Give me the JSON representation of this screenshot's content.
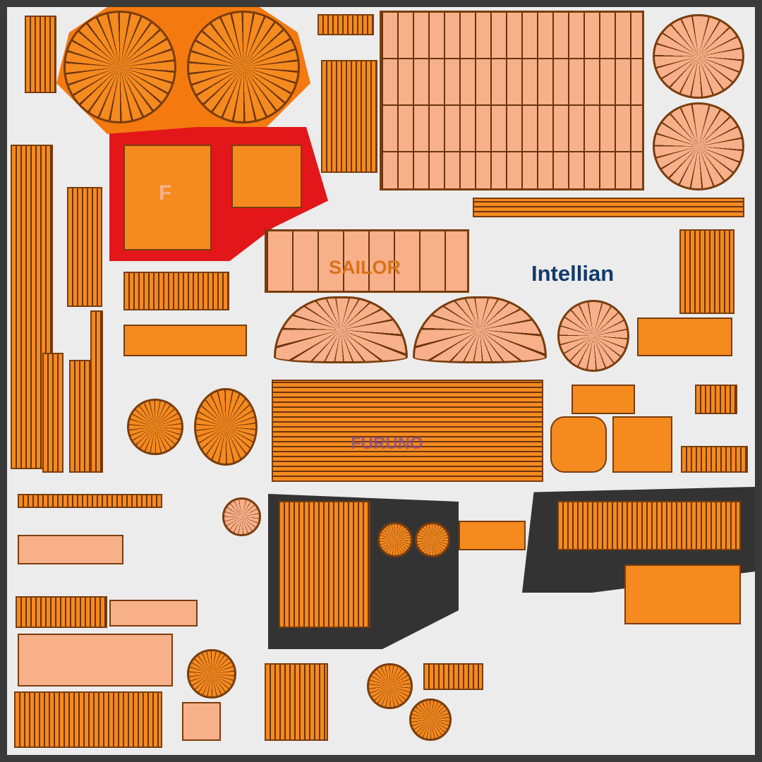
{
  "texture": {
    "logos": {
      "intellian": "Intellian",
      "sailor": "SAILOR",
      "furuno": "FURUNO",
      "f_mark": "F"
    },
    "colors": {
      "background": "#ececec",
      "frame": "#3a3a3a",
      "uv_orange": "#f58a1e",
      "uv_peach": "#f7b08a",
      "uv_edge": "#6b3410",
      "red_region": "#e3161a",
      "intellian_blue": "#123a6b"
    }
  }
}
